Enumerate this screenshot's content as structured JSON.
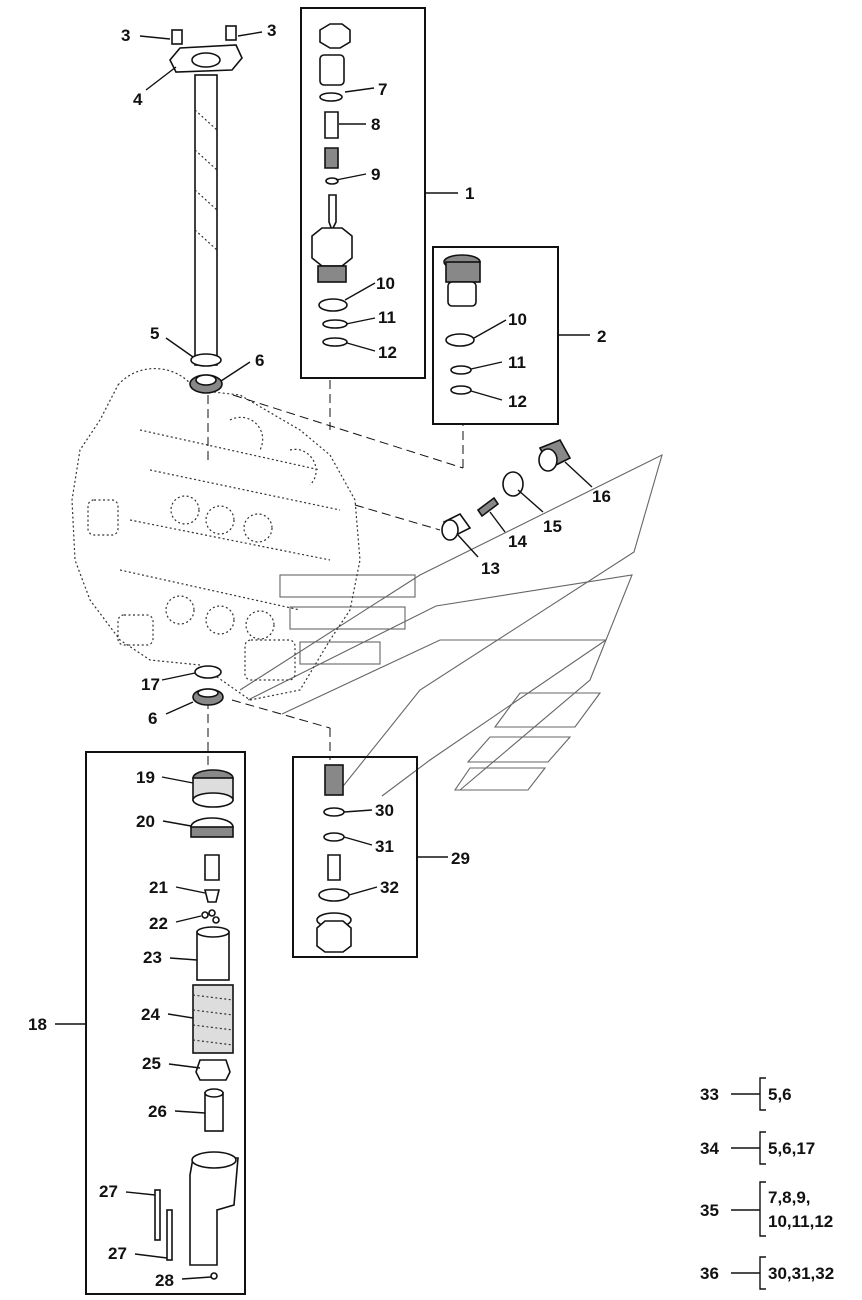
{
  "callouts": [
    {
      "id": "c3a",
      "text": "3"
    },
    {
      "id": "c3b",
      "text": "3"
    },
    {
      "id": "c4",
      "text": "4"
    },
    {
      "id": "c7",
      "text": "7"
    },
    {
      "id": "c8",
      "text": "8"
    },
    {
      "id": "c9",
      "text": "9"
    },
    {
      "id": "c1",
      "text": "1"
    },
    {
      "id": "c10a",
      "text": "10"
    },
    {
      "id": "c11a",
      "text": "11"
    },
    {
      "id": "c12a",
      "text": "12"
    },
    {
      "id": "c10b",
      "text": "10"
    },
    {
      "id": "c11b",
      "text": "11"
    },
    {
      "id": "c12b",
      "text": "12"
    },
    {
      "id": "c2",
      "text": "2"
    },
    {
      "id": "c5",
      "text": "5"
    },
    {
      "id": "c6a",
      "text": "6"
    },
    {
      "id": "c16",
      "text": "16"
    },
    {
      "id": "c15",
      "text": "15"
    },
    {
      "id": "c14",
      "text": "14"
    },
    {
      "id": "c13",
      "text": "13"
    },
    {
      "id": "c17",
      "text": "17"
    },
    {
      "id": "c6b",
      "text": "6"
    },
    {
      "id": "c19",
      "text": "19"
    },
    {
      "id": "c20",
      "text": "20"
    },
    {
      "id": "c21",
      "text": "21"
    },
    {
      "id": "c22",
      "text": "22"
    },
    {
      "id": "c23",
      "text": "23"
    },
    {
      "id": "c24",
      "text": "24"
    },
    {
      "id": "c25",
      "text": "25"
    },
    {
      "id": "c26",
      "text": "26"
    },
    {
      "id": "c27a",
      "text": "27"
    },
    {
      "id": "c27b",
      "text": "27"
    },
    {
      "id": "c28",
      "text": "28"
    },
    {
      "id": "c18",
      "text": "18"
    },
    {
      "id": "c30",
      "text": "30"
    },
    {
      "id": "c31",
      "text": "31"
    },
    {
      "id": "c32",
      "text": "32"
    },
    {
      "id": "c29",
      "text": "29"
    }
  ],
  "kits": [
    {
      "id": "33",
      "parts": [
        "5,6"
      ]
    },
    {
      "id": "34",
      "parts": [
        "5,6,17"
      ]
    },
    {
      "id": "35",
      "parts": [
        "7,8,9,",
        "10,11,12"
      ]
    },
    {
      "id": "36",
      "parts": [
        "30,31,32"
      ]
    }
  ]
}
